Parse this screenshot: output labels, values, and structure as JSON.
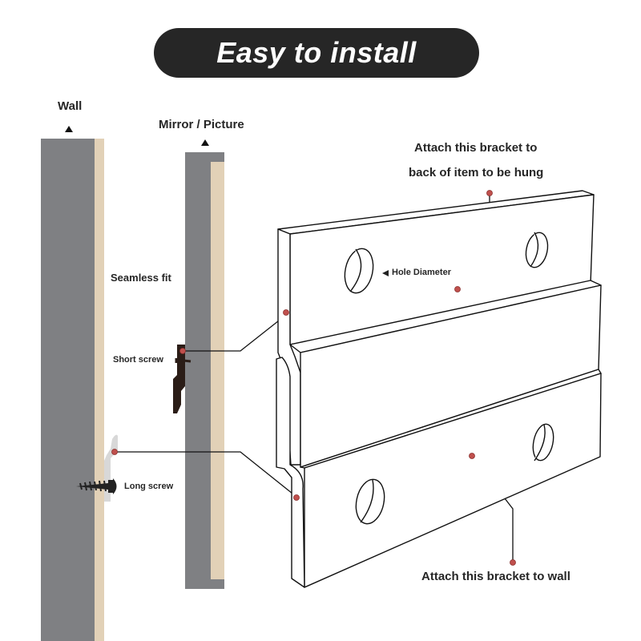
{
  "title": "Easy to install",
  "labels": {
    "wall": "Wall",
    "mirror_picture": "Mirror / Picture",
    "seamless_fit": "Seamless fit",
    "short_screw": "Short screw",
    "long_screw": "Long screw",
    "hole_diameter": "Hole Diameter",
    "top_bracket_line1": "Attach this bracket to",
    "top_bracket_line2": "back of item to be hung",
    "wall_bracket": "Attach this bracket to wall"
  },
  "colors": {
    "panel_gray": "#7f8083",
    "panel_beige": "#e2d1b7",
    "title_bg": "#262626",
    "callout_dot": "#c0504d",
    "bracket_dark": "#2b1d17",
    "bracket_light": "#d8d8d8"
  }
}
